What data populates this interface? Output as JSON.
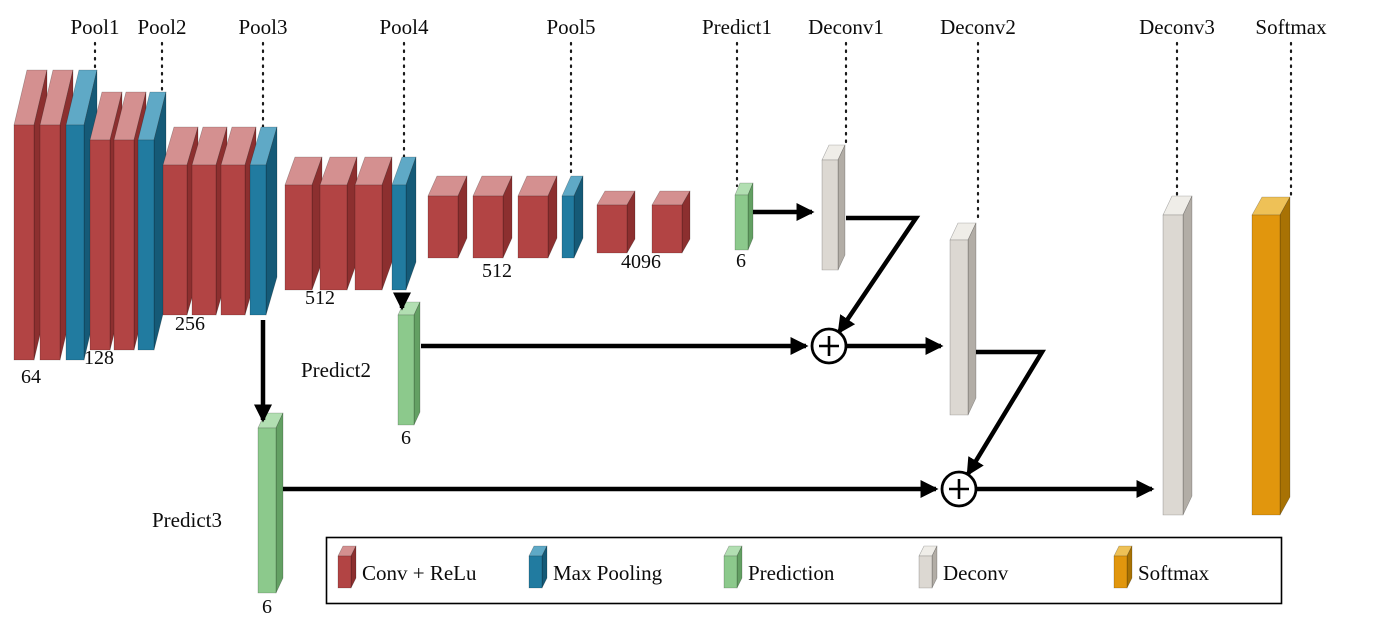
{
  "diagram": {
    "top_labels": {
      "pool1": "Pool1",
      "pool2": "Pool2",
      "pool3": "Pool3",
      "pool4": "Pool4",
      "pool5": "Pool5",
      "predict1": "Predict1",
      "deconv1": "Deconv1",
      "deconv2": "Deconv2",
      "deconv3": "Deconv3",
      "softmax": "Softmax"
    },
    "size_labels": {
      "conv1": "64",
      "conv2": "128",
      "conv3": "256",
      "conv4": "512",
      "conv5": "512",
      "fc": "4096",
      "predict1": "6",
      "predict2": "6",
      "predict3": "6"
    },
    "block_labels": {
      "predict2": "Predict2",
      "predict3": "Predict3"
    },
    "layers": [
      {
        "group": "conv1",
        "conv_blocks": 2,
        "pool": "Pool1",
        "channels": "64"
      },
      {
        "group": "conv2",
        "conv_blocks": 2,
        "pool": "Pool2",
        "channels": "128"
      },
      {
        "group": "conv3",
        "conv_blocks": 3,
        "pool": "Pool3",
        "channels": "256"
      },
      {
        "group": "conv4",
        "conv_blocks": 3,
        "pool": "Pool4",
        "channels": "512"
      },
      {
        "group": "conv5",
        "conv_blocks": 3,
        "pool": "Pool5",
        "channels": "512"
      },
      {
        "group": "fc",
        "conv_blocks": 2,
        "channels": "4096"
      }
    ],
    "connections": [
      {
        "from": "Predict1",
        "to": "Deconv1"
      },
      {
        "from": "Deconv1",
        "to": "sum1"
      },
      {
        "from": "Predict2",
        "to": "sum1"
      },
      {
        "from": "sum1",
        "to": "Deconv2"
      },
      {
        "from": "Deconv2",
        "to": "sum2"
      },
      {
        "from": "Predict3",
        "to": "sum2"
      },
      {
        "from": "sum2",
        "to": "Deconv3"
      },
      {
        "from": "Pool3",
        "to": "Predict3"
      },
      {
        "from": "Pool4",
        "to": "Predict2"
      }
    ],
    "icons": {
      "sum_node": "plus-circle-icon"
    }
  },
  "legend": {
    "items": [
      {
        "label": "Conv + ReLu",
        "color": "conv"
      },
      {
        "label": "Max Pooling",
        "color": "pool"
      },
      {
        "label": "Prediction",
        "color": "prediction"
      },
      {
        "label": "Deconv",
        "color": "deconv"
      },
      {
        "label": "Softmax",
        "color": "softmax"
      }
    ]
  },
  "colors": {
    "conv": {
      "front": "#b24444",
      "top": "#d49090",
      "side": "#8c2f2f"
    },
    "pool": {
      "front": "#217ba0",
      "top": "#5fa9c6",
      "side": "#155a77"
    },
    "prediction": {
      "front": "#8cc98c",
      "top": "#b2dfb2",
      "side": "#63a063"
    },
    "deconv": {
      "front": "#dcd8d2",
      "top": "#efede8",
      "side": "#b2ada6"
    },
    "softmax": {
      "front": "#e1960d",
      "top": "#eec157",
      "side": "#a87204"
    }
  }
}
